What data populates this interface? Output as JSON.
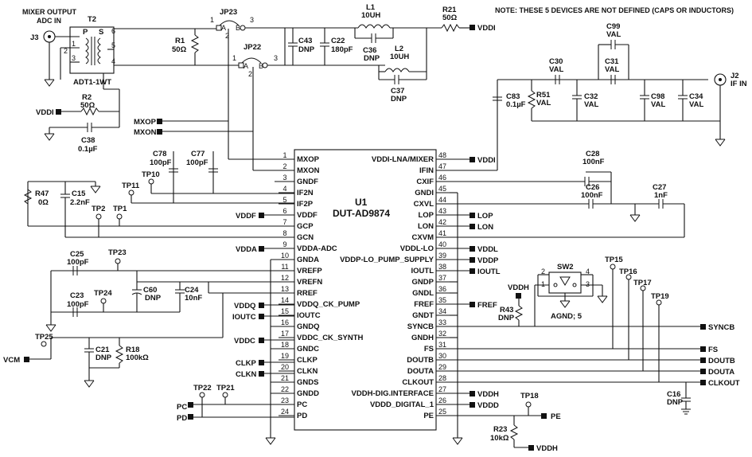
{
  "note": "NOTE: THESE 5 DEVICES ARE NOT DEFINED (CAPS OR INDUCTORS)",
  "chip": {
    "ref": "U1",
    "part": "DUT-AD9874",
    "left_pins": [
      {
        "num": "1",
        "name": "MXOP"
      },
      {
        "num": "2",
        "name": "MXON"
      },
      {
        "num": "3",
        "name": "GNDF"
      },
      {
        "num": "4",
        "name": "IF2N"
      },
      {
        "num": "5",
        "name": "IF2P"
      },
      {
        "num": "6",
        "name": "VDDF"
      },
      {
        "num": "7",
        "name": "GCP"
      },
      {
        "num": "8",
        "name": "GCN"
      },
      {
        "num": "9",
        "name": "VDDA-ADC"
      },
      {
        "num": "10",
        "name": "GNDA"
      },
      {
        "num": "11",
        "name": "VREFP"
      },
      {
        "num": "12",
        "name": "VREFN"
      },
      {
        "num": "13",
        "name": "RREF"
      },
      {
        "num": "14",
        "name": "VDDQ_CK_PUMP"
      },
      {
        "num": "15",
        "name": "IOUTC"
      },
      {
        "num": "16",
        "name": "GNDQ"
      },
      {
        "num": "17",
        "name": "VDDC_CK_SYNTH"
      },
      {
        "num": "18",
        "name": "GNDC"
      },
      {
        "num": "19",
        "name": "CLKP"
      },
      {
        "num": "20",
        "name": "CLKN"
      },
      {
        "num": "21",
        "name": "GNDS"
      },
      {
        "num": "22",
        "name": "GNDD"
      },
      {
        "num": "23",
        "name": "PC"
      },
      {
        "num": "24",
        "name": "PD"
      }
    ],
    "right_pins": [
      {
        "num": "48",
        "name": "VDDI-LNA/MIXER"
      },
      {
        "num": "47",
        "name": "IFIN"
      },
      {
        "num": "46",
        "name": "CXIF"
      },
      {
        "num": "45",
        "name": "GNDI"
      },
      {
        "num": "44",
        "name": "CXVL"
      },
      {
        "num": "43",
        "name": "LOP"
      },
      {
        "num": "42",
        "name": "LON"
      },
      {
        "num": "41",
        "name": "CXVM"
      },
      {
        "num": "40",
        "name": "VDDL-LO"
      },
      {
        "num": "39",
        "name": "VDDP-LO_PUMP_SUPPLY"
      },
      {
        "num": "38",
        "name": "IOUTL"
      },
      {
        "num": "37",
        "name": "GNDP"
      },
      {
        "num": "36",
        "name": "GNDL"
      },
      {
        "num": "35",
        "name": "FREF"
      },
      {
        "num": "34",
        "name": "GNDT"
      },
      {
        "num": "33",
        "name": "SYNCB"
      },
      {
        "num": "32",
        "name": "GNDH"
      },
      {
        "num": "31",
        "name": "FS"
      },
      {
        "num": "30",
        "name": "DOUTB"
      },
      {
        "num": "29",
        "name": "DOUTA"
      },
      {
        "num": "28",
        "name": "CLKOUT"
      },
      {
        "num": "27",
        "name": "VDDH-DIG.INTERFACE"
      },
      {
        "num": "26",
        "name": "VDDD_DIGITAL_1"
      },
      {
        "num": "25",
        "name": "PE"
      }
    ]
  },
  "header": {
    "mixer_output": "MIXER OUTPUT",
    "adc_in": "ADC IN"
  },
  "connectors": {
    "j3": "J3",
    "j2": "J2",
    "if_in": "IF IN"
  },
  "transformer": {
    "ref": "T2",
    "part": "ADT1-1WT",
    "p": "P",
    "s": "S",
    "pins": [
      "6",
      "1",
      "3",
      "2",
      "5",
      "4"
    ]
  },
  "jumpers": {
    "jp23": "JP23",
    "jp22": "JP22",
    "a": "A",
    "b": "B",
    "p1": "1",
    "p2": "2",
    "p3": "3"
  },
  "parts": {
    "r1": [
      "R1",
      "50Ω"
    ],
    "r2": [
      "R2",
      "50Ω"
    ],
    "c38": [
      "C38",
      "0.1µF"
    ],
    "c43": [
      "C43",
      "DNP"
    ],
    "c22": [
      "C22",
      "180pF"
    ],
    "l1": [
      "L1",
      "10UH"
    ],
    "c36": [
      "C36",
      "DNP"
    ],
    "l2": [
      "L2",
      "10UH"
    ],
    "c37": [
      "C37",
      "DNP"
    ],
    "r21": [
      "R21",
      "50Ω"
    ],
    "c99": [
      "C99",
      "VAL"
    ],
    "c30": [
      "C30",
      "VAL"
    ],
    "c31": [
      "C31",
      "VAL"
    ],
    "c83": [
      "C83",
      "0.1µF"
    ],
    "r51": [
      "R51",
      "VAL"
    ],
    "c32": [
      "C32",
      "VAL"
    ],
    "c98": [
      "C98",
      "VAL"
    ],
    "c34": [
      "C34",
      "VAL"
    ],
    "c78": [
      "C78",
      "100pF"
    ],
    "c77": [
      "C77",
      "100pF"
    ],
    "r47": [
      "R47",
      "0Ω"
    ],
    "c15": [
      "C15",
      "2.2nF"
    ],
    "c25": [
      "C25",
      "100pF"
    ],
    "c60": [
      "C60",
      "DNP"
    ],
    "c24": [
      "C24",
      "10nF"
    ],
    "c23": [
      "C23",
      "100pF"
    ],
    "c21": [
      "C21",
      "DNP"
    ],
    "r18": [
      "R18",
      "100kΩ"
    ],
    "c28": [
      "C28",
      "100nF"
    ],
    "c26": [
      "C26",
      "100nF"
    ],
    "c27": [
      "C27",
      "1nF"
    ],
    "r43": [
      "R43",
      "DNP"
    ],
    "c16": [
      "C16",
      "DNP"
    ],
    "r23": [
      "R23",
      "10kΩ"
    ],
    "sw2": "SW2",
    "sw2_agnd": "AGND; 5",
    "sw2_pins": [
      "1",
      "2",
      "3",
      "4"
    ]
  },
  "testpoints": [
    "TP10",
    "TP11",
    "TP2",
    "TP1",
    "TP23",
    "TP24",
    "TP25",
    "TP22",
    "TP21",
    "TP15",
    "TP16",
    "TP17",
    "TP19",
    "TP18"
  ],
  "nets": {
    "vddi": "VDDI",
    "mxop": "MXOP",
    "mxon": "MXON",
    "vddf": "VDDF",
    "vdda": "VDDA",
    "vddq": "VDDQ",
    "ioutc": "IOUTC",
    "vddc": "VDDC",
    "vcm": "VCM",
    "clkp": "CLKP",
    "clkn": "CLKN",
    "pc": "PC",
    "pd": "PD",
    "lop": "LOP",
    "lon": "LON",
    "vddl": "VDDL",
    "vddp": "VDDP",
    "ioutl": "IOUTL",
    "fref": "FREF",
    "vddh": "VDDH",
    "syncb": "SYNCB",
    "fs": "FS",
    "doutb": "DOUTB",
    "douta": "DOUTA",
    "clkout": "CLKOUT",
    "vddd": "VDDD",
    "pe": "PE"
  }
}
